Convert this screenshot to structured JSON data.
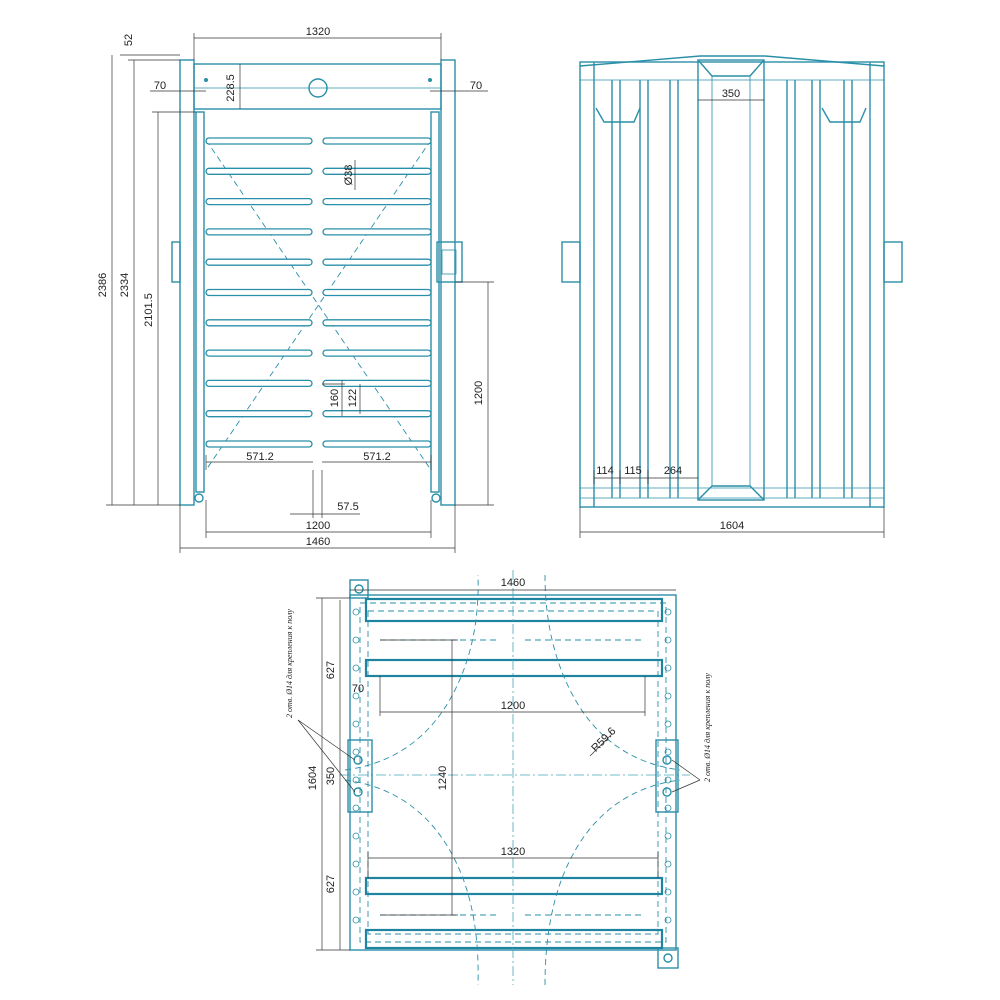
{
  "front_view": {
    "dims": {
      "top_offset": "52",
      "top_width": "1320",
      "left_offset": "70",
      "right_offset": "70",
      "header_height": "228.5",
      "pipe_diameter": "Ø38",
      "total_height": "2386",
      "frame_height": "2334",
      "inner_height": "2101.5",
      "step": "160",
      "gap": "122",
      "side_height": "1200",
      "left_span": "571.2",
      "right_span": "571.2",
      "center_gap": "57.5",
      "inner_width": "1200",
      "outer_width": "1460"
    }
  },
  "side_view": {
    "dims": {
      "center_width": "350",
      "d1": "114",
      "d2": "115",
      "d3": "264",
      "total_width": "1604"
    }
  },
  "plan_view": {
    "dims": {
      "top_width": "1460",
      "upper_depth": "627",
      "offset": "70",
      "inner_width": "1200",
      "radius": "R59.6",
      "total_depth": "1604",
      "middle_width": "350",
      "pass_length": "1240",
      "frame_width": "1320",
      "lower_depth": "627"
    },
    "notes": {
      "left": "2 отв. Ø14 для крепления к полу",
      "right": "2 отв. Ø14 для крепления к полу"
    }
  }
}
